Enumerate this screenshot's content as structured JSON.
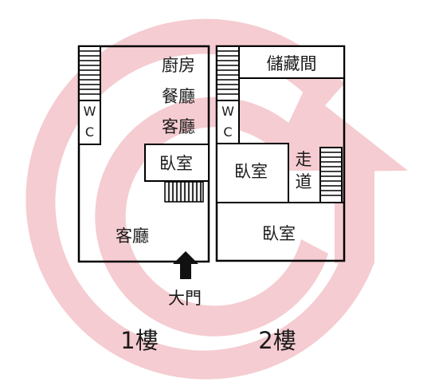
{
  "watermark": {
    "color": "#f3c4cb",
    "icon": "circular-arrow-logo"
  },
  "floor1": {
    "rooms": {
      "kitchen": "廚房",
      "dining": "餐廳",
      "living_upper": "客廳",
      "bedroom": "臥室",
      "living_main": "客廳",
      "wc_w": "W",
      "wc_c": "C"
    },
    "entrance_label": "大門",
    "floor_label": "1樓"
  },
  "floor2": {
    "rooms": {
      "storage": "儲藏間",
      "bedroom_small": "臥室",
      "corridor_line1": "走",
      "corridor_line2": "道",
      "bedroom_large": "臥室",
      "wc_w": "W",
      "wc_c": "C"
    },
    "floor_label": "2樓"
  },
  "colors": {
    "wall": "#000000",
    "stair_fill": "#dddddd",
    "arrow": "#111111"
  }
}
